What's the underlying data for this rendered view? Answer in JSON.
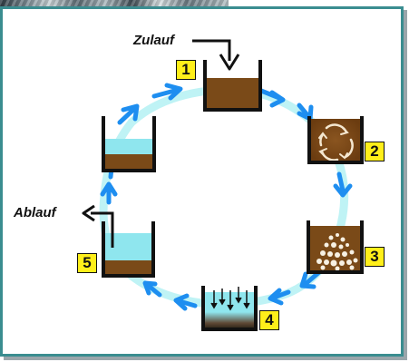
{
  "labels": {
    "inflow": "Zulauf",
    "outflow": "Ablauf"
  },
  "steps": [
    "1",
    "2",
    "3",
    "4",
    "5"
  ],
  "colors": {
    "panel_border": "#3a8d90",
    "ring": "#bff3f5",
    "arrow": "#1e8ef0",
    "sludge": "#6b3c10",
    "water": "#8fe6ee",
    "badge": "#ffef1a"
  }
}
